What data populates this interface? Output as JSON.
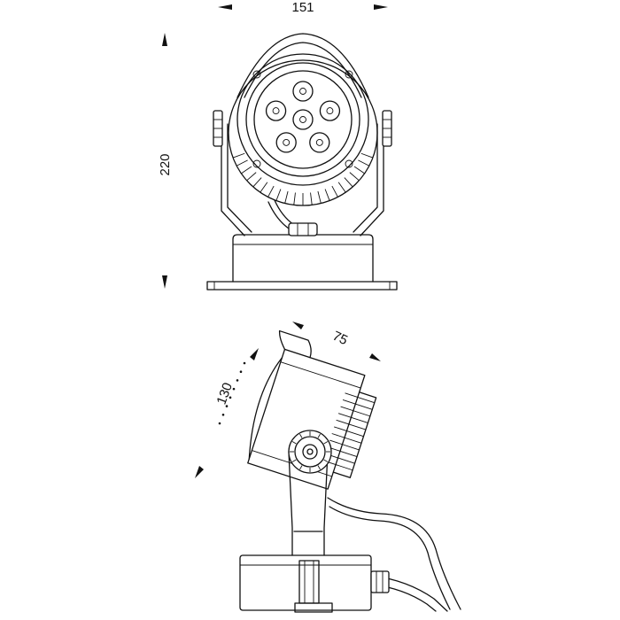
{
  "dimensions": {
    "front_width": "151",
    "front_height": "220",
    "side_depth": "75",
    "side_height": "130"
  },
  "colors": {
    "line": "#111111",
    "background": "#ffffff"
  }
}
